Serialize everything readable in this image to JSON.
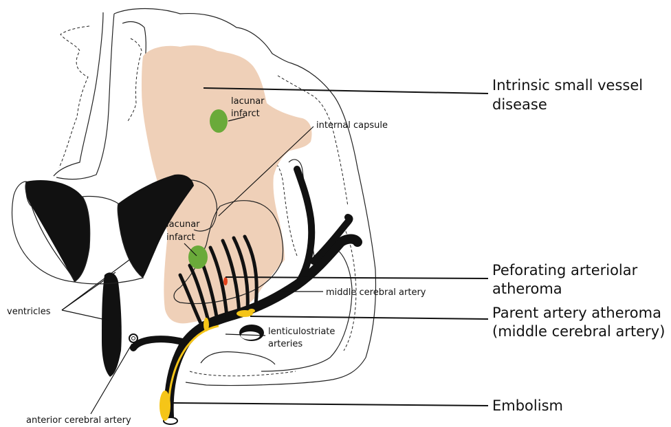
{
  "colors": {
    "white_matter": "#efd0b8",
    "vessel": "#111111",
    "atheroma": "#f5c518",
    "infarct": "#6aaa3a",
    "microatheroma": "#e4421c",
    "outline": "#222222"
  },
  "labels": {
    "intrinsic": [
      "Intrinsic small vessel",
      "disease"
    ],
    "perforating": [
      "Peforating arteriolar",
      "atheroma"
    ],
    "parent": [
      "Parent artery atheroma",
      "(middle cerebral artery)"
    ],
    "embolism": "Embolism",
    "lacunar_top": [
      "lacunar",
      "infarct"
    ],
    "lacunar_mid": [
      "lacunar",
      "infarct"
    ],
    "internal_capsule": "internal capsule",
    "middle_cerebral": "middle cerebral artery",
    "lenticulostriate": [
      "lenticulostriate",
      "arteries"
    ],
    "ventricles": "ventricles",
    "anterior_cerebral": "anterior cerebral artery"
  }
}
